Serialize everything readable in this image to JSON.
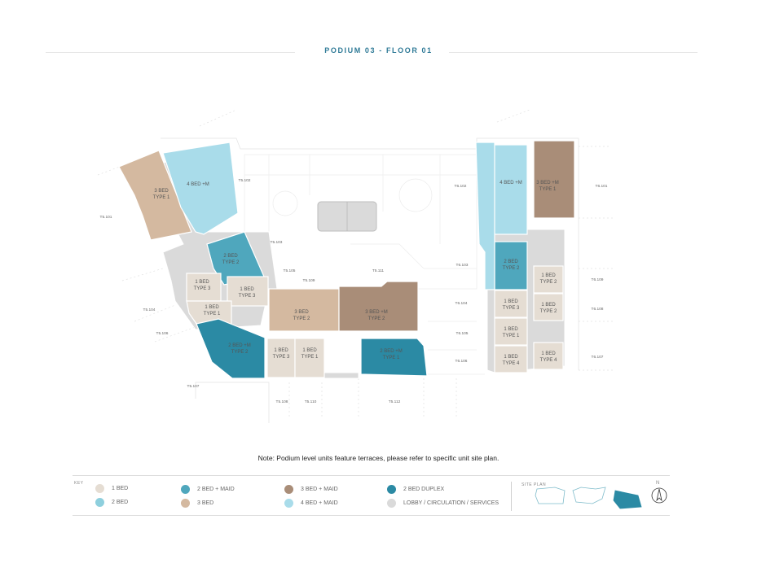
{
  "title": "PODIUM 03 - FLOOR 01",
  "note": "Note: Podium level units feature terraces, please refer to specific unit site plan.",
  "colors": {
    "bed1": "#e5ddd3",
    "bed2": "#8ecfdd",
    "bed2maid": "#4fa7bd",
    "bed3": "#d4b9a0",
    "bed3maid": "#a98d78",
    "bed4maid": "#a9dcea",
    "duplex": "#2b8aa4",
    "lobby": "#dadada"
  },
  "units": {
    "u_3bed_t1_left": [
      "3 BED",
      "TYPE 1"
    ],
    "u_4bed_m_left": [
      "4 BED +M"
    ],
    "u_2bed_t2_left": [
      "2 BED",
      "TYPE 2"
    ],
    "u_1bed_t3_a": [
      "1 BED",
      "TYPE 3"
    ],
    "u_1bed_t3_b": [
      "1 BED",
      "TYPE 3"
    ],
    "u_1bed_t1_left": [
      "1 BED",
      "TYPE 1"
    ],
    "u_2bedm_t2_left": [
      "2 BED +M",
      "TYPE 2"
    ],
    "u_1bed_t3_bot": [
      "1 BED",
      "TYPE 3"
    ],
    "u_1bed_t1_bot": [
      "1 BED",
      "TYPE 1"
    ],
    "u_3bed_t2": [
      "3 BED",
      "TYPE 2"
    ],
    "u_3bedm_t2": [
      "3 BED +M",
      "TYPE 2"
    ],
    "u_2bedm_t1": [
      "2 BED +M",
      "TYPE 1"
    ],
    "u_4bed_m_right": [
      "4 BED +M"
    ],
    "u_3bedm_t1": [
      "3 BED +M",
      "TYPE 1"
    ],
    "u_2bed_t2_right": [
      "2 BED",
      "TYPE 2"
    ],
    "u_1bed_t3_right": [
      "1 BED",
      "TYPE 3"
    ],
    "u_1bed_t1_right": [
      "1 BED",
      "TYPE 1"
    ],
    "u_1bed_t4_right": [
      "1 BED",
      "TYPE 4"
    ],
    "u_1bed_t2_far": [
      "1 BED",
      "TYPE 2"
    ],
    "u_1bed_t2_far2": [
      "1 BED",
      "TYPE 2"
    ],
    "u_1bed_t4_far": [
      "1 BED",
      "TYPE 4"
    ]
  },
  "terraces": {
    "t5101": "T5.101",
    "t5102": "T5.102",
    "t5103": "T5.103",
    "t5104": "T5.104",
    "t5105": "T5.105",
    "t5106": "T5.106",
    "t5107": "T5.107",
    "t5108": "T5.108",
    "t5109": "T5.109",
    "t5110": "T5.110",
    "t5111": "T5.111",
    "t5112": "T5.112",
    "t6101": "T6.101",
    "t6102": "T6.102",
    "t6103": "T6.103",
    "t6104": "T6.104",
    "t6105": "T6.105",
    "t6106": "T6.106",
    "t6107": "T6.107",
    "t6108": "T6.108",
    "t6109": "T6.109"
  },
  "legend": {
    "key_label": "KEY",
    "items": {
      "bed1": "1 BED",
      "bed2": "2 BED",
      "bed2maid": "2 BED + MAID",
      "bed3": "3 BED",
      "bed3maid": "3 BED + MAID",
      "bed4maid": "4 BED + MAID",
      "duplex": "2 BED DUPLEX",
      "lobby": "LOBBY / CIRCULATION / SERVICES"
    },
    "site_plan_label": "SITE PLAN",
    "north_label": "N"
  }
}
